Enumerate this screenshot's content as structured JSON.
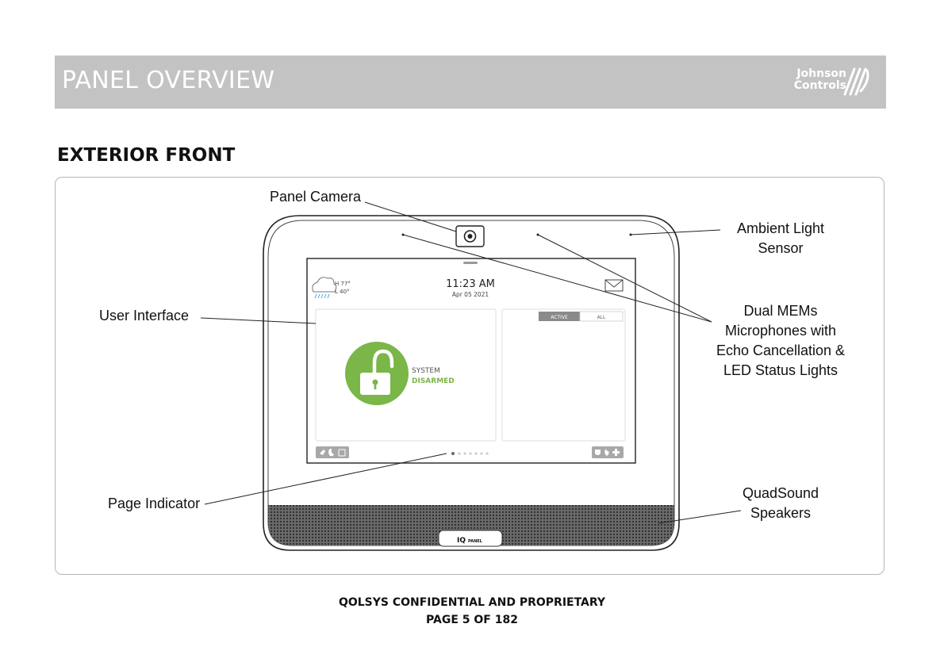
{
  "header": {
    "title": "PANEL OVERVIEW",
    "logo_line1": "Johnson",
    "logo_line2": "Controls"
  },
  "section": {
    "title": "EXTERIOR FRONT"
  },
  "callouts": {
    "panel_camera": "Panel Camera",
    "ambient_light_line1": "Ambient Light",
    "ambient_light_line2": "Sensor",
    "user_interface": "User Interface",
    "mems_line1": "Dual MEMs",
    "mems_line2": "Microphones with",
    "mems_line3": "Echo Cancellation &",
    "mems_line4": "LED Status Lights",
    "page_indicator": "Page Indicator",
    "speakers_line1": "QuadSound",
    "speakers_line2": "Speakers"
  },
  "screen": {
    "weather_high": "H 77°",
    "weather_low": "L 40°",
    "time": "11:23 AM",
    "date": "Apr 05 2021",
    "status_line1": "SYSTEM",
    "status_line2": "DISARMED",
    "tab_active": "ACTIVE",
    "tab_all": "ALL",
    "page_count": 7,
    "current_page": 1
  },
  "device": {
    "brand_badge": "IQ",
    "brand_badge_small": "PANEL"
  },
  "colors": {
    "banner": "#c3c3c3",
    "disarmed_green": "#7ab648",
    "speaker": "#3a3a3a"
  },
  "footer": {
    "line1": "QOLSYS CONFIDENTIAL AND PROPRIETARY",
    "line2": "PAGE 5 OF 182"
  }
}
